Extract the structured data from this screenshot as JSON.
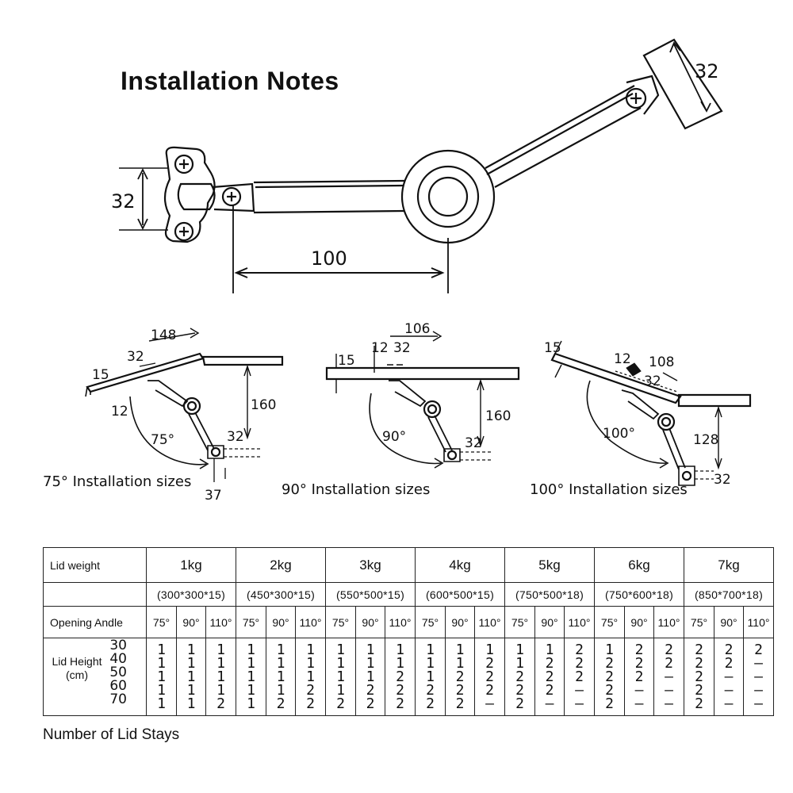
{
  "title": "Installation Notes",
  "top_dims": {
    "mount_spacing": "32",
    "arm_length": "100",
    "top_plate": "32"
  },
  "installs": [
    {
      "caption": "75° Installation sizes",
      "angle": "75°",
      "dims": [
        "148",
        "32",
        "15",
        "12",
        "160",
        "32",
        "37"
      ]
    },
    {
      "caption": "90° Installation sizes",
      "angle": "90°",
      "dims": [
        "106",
        "12",
        "32",
        "15",
        "160",
        "32"
      ]
    },
    {
      "caption": "100° Installation sizes",
      "angle": "100°",
      "dims": [
        "15",
        "12",
        "108",
        "32",
        "128",
        "32"
      ]
    }
  ],
  "table": {
    "lid_weight_label": "Lid weight",
    "opening_label": "Opening Andle",
    "lid_height_label": [
      "Lid Height",
      "(cm)"
    ],
    "heights": [
      "30",
      "40",
      "50",
      "60",
      "70"
    ],
    "angles": [
      "75°",
      "90°",
      "110°"
    ],
    "weights": [
      {
        "w": "1kg",
        "size": "(300*300*15)",
        "cols": [
          [
            "1",
            "1",
            "1",
            "1",
            "1"
          ],
          [
            "1",
            "1",
            "1",
            "1",
            "1"
          ],
          [
            "1",
            "1",
            "1",
            "1",
            "2"
          ]
        ]
      },
      {
        "w": "2kg",
        "size": "(450*300*15)",
        "cols": [
          [
            "1",
            "1",
            "1",
            "1",
            "1"
          ],
          [
            "1",
            "1",
            "1",
            "1",
            "2"
          ],
          [
            "1",
            "1",
            "1",
            "2",
            "2"
          ]
        ]
      },
      {
        "w": "3kg",
        "size": "(550*500*15)",
        "cols": [
          [
            "1",
            "1",
            "1",
            "1",
            "2"
          ],
          [
            "1",
            "1",
            "1",
            "2",
            "2"
          ],
          [
            "1",
            "1",
            "2",
            "2",
            "2"
          ]
        ]
      },
      {
        "w": "4kg",
        "size": "(600*500*15)",
        "cols": [
          [
            "1",
            "1",
            "1",
            "2",
            "2"
          ],
          [
            "1",
            "1",
            "2",
            "2",
            "2"
          ],
          [
            "1",
            "2",
            "2",
            "2",
            "–"
          ]
        ]
      },
      {
        "w": "5kg",
        "size": "(750*500*18)",
        "cols": [
          [
            "1",
            "1",
            "2",
            "2",
            "2"
          ],
          [
            "1",
            "2",
            "2",
            "2",
            "–"
          ],
          [
            "2",
            "2",
            "2",
            "–",
            "–"
          ]
        ]
      },
      {
        "w": "6kg",
        "size": "(750*600*18)",
        "cols": [
          [
            "1",
            "2",
            "2",
            "2",
            "2"
          ],
          [
            "2",
            "2",
            "2",
            "–",
            "–"
          ],
          [
            "2",
            "2",
            "–",
            "–",
            "–"
          ]
        ]
      },
      {
        "w": "7kg",
        "size": "(850*700*18)",
        "cols": [
          [
            "2",
            "2",
            "2",
            "2",
            "2"
          ],
          [
            "2",
            "2",
            "–",
            "–",
            "–"
          ],
          [
            "2",
            "–",
            "–",
            "–",
            "–"
          ]
        ]
      }
    ]
  },
  "footnote": "Number of Lid Stays"
}
